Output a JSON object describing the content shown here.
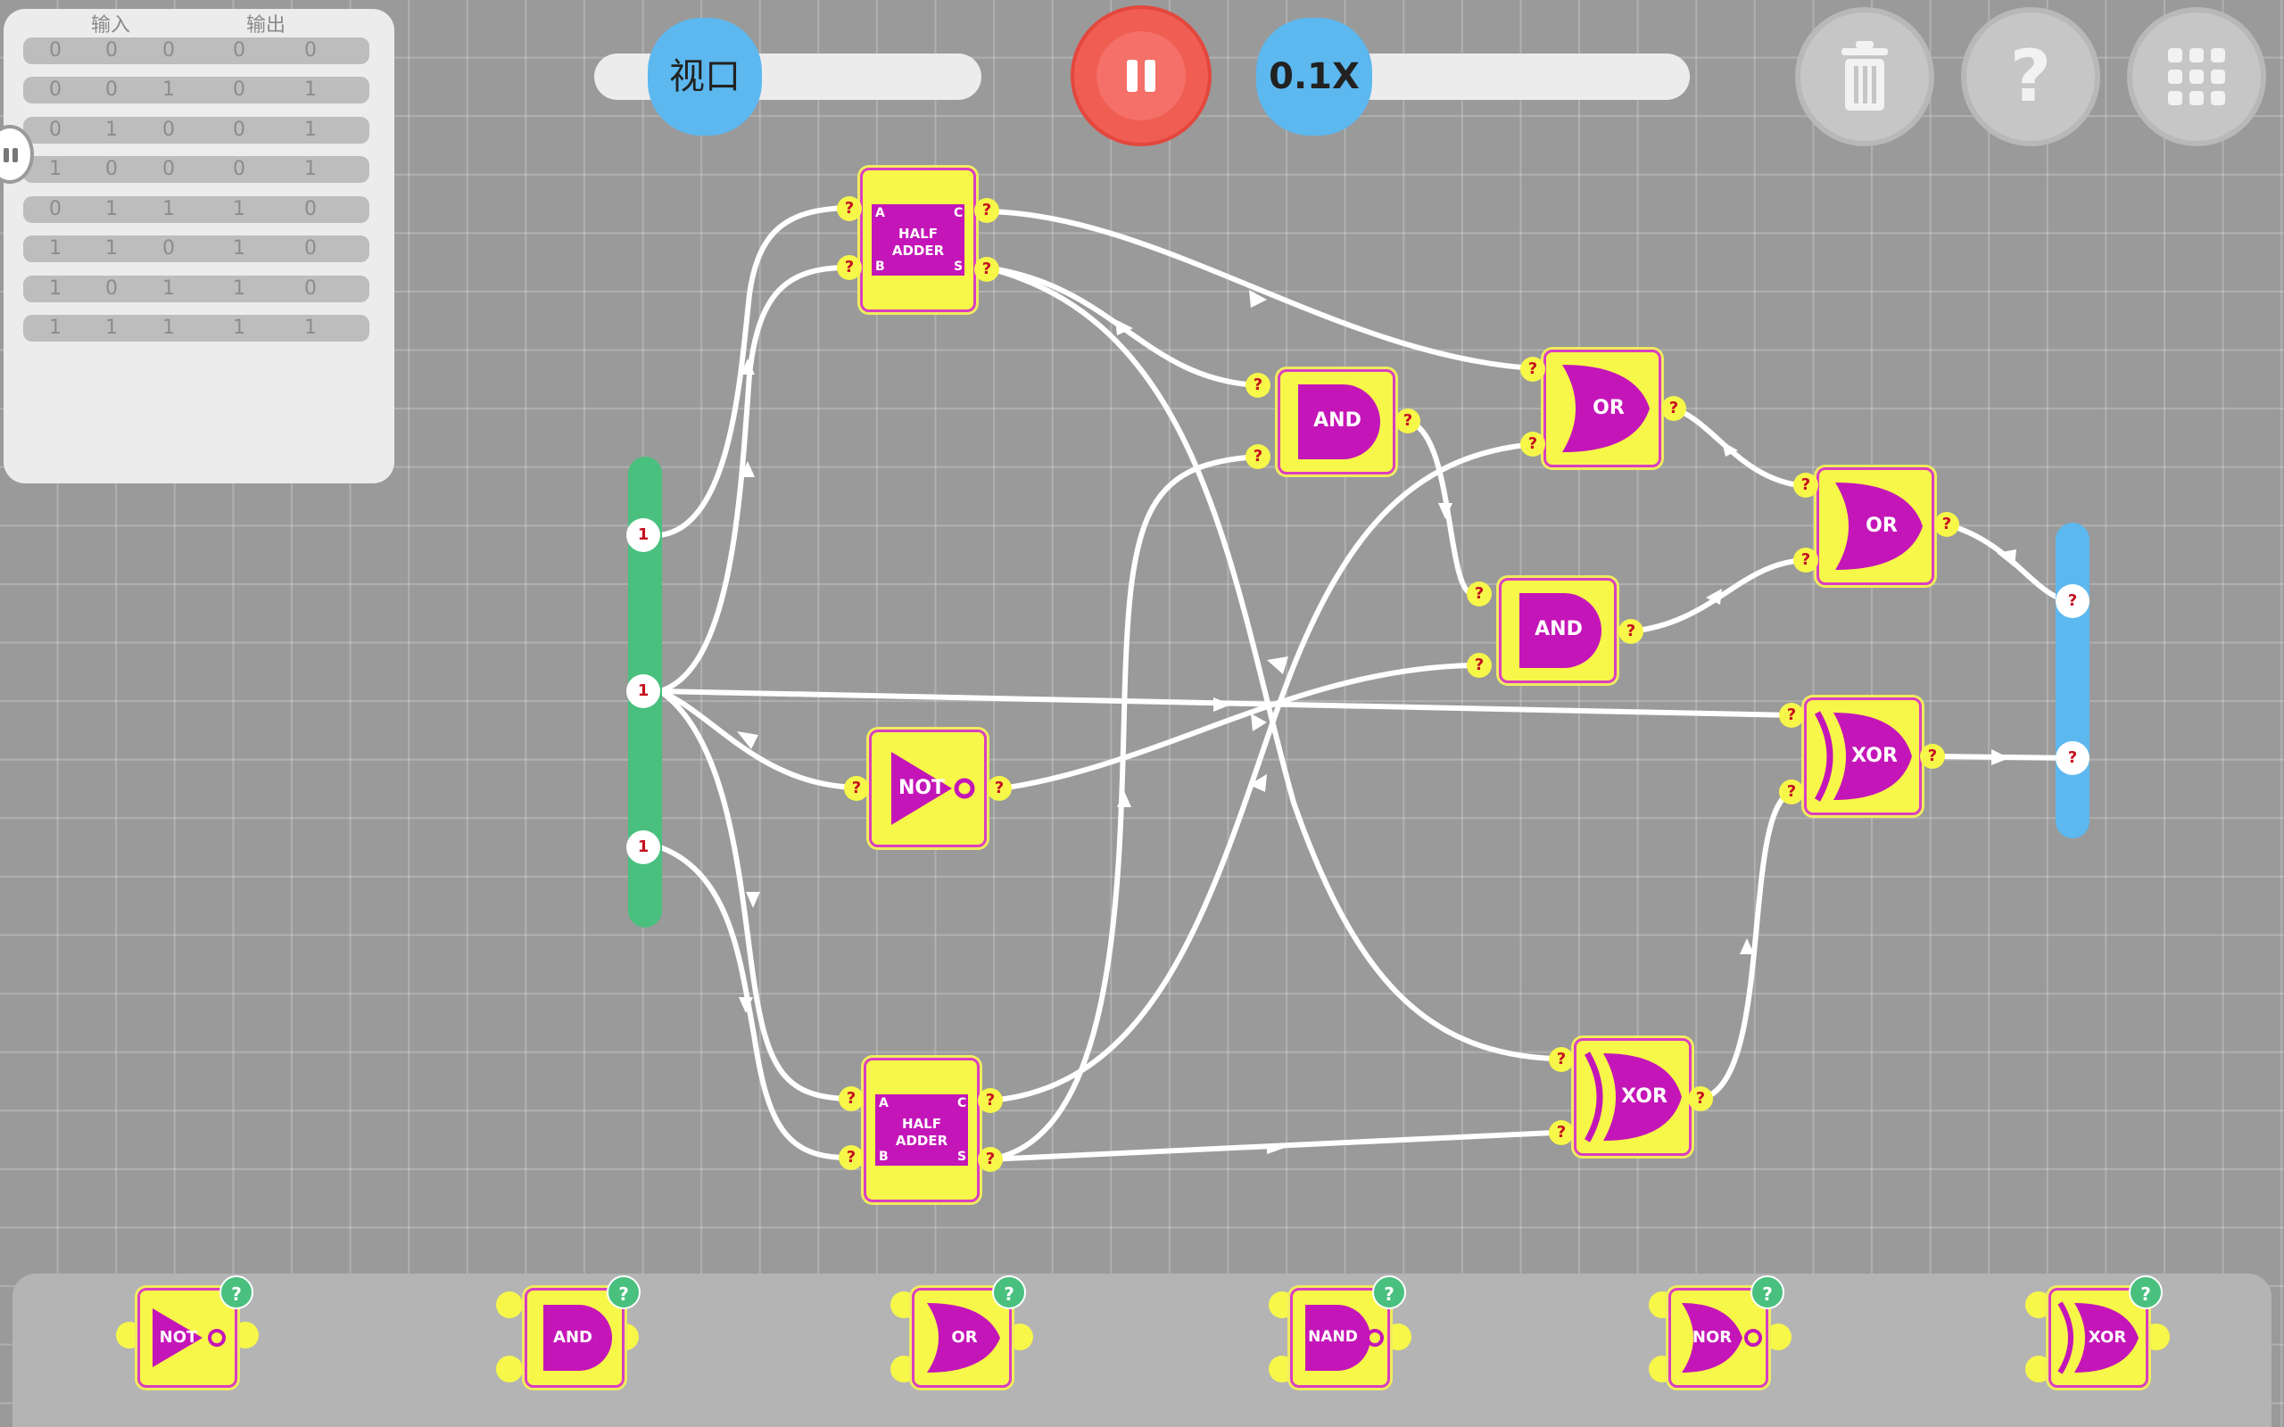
{
  "truth_table": {
    "input_header": "输入",
    "output_header": "输出",
    "rows": [
      [
        "0",
        "0",
        "0",
        "0",
        "0"
      ],
      [
        "0",
        "0",
        "1",
        "0",
        "1"
      ],
      [
        "0",
        "1",
        "0",
        "0",
        "1"
      ],
      [
        "1",
        "0",
        "0",
        "0",
        "1"
      ],
      [
        "0",
        "1",
        "1",
        "1",
        "0"
      ],
      [
        "1",
        "1",
        "0",
        "1",
        "0"
      ],
      [
        "1",
        "0",
        "1",
        "1",
        "0"
      ],
      [
        "1",
        "1",
        "1",
        "1",
        "1"
      ]
    ]
  },
  "toolbar": {
    "viewport_label": "视口",
    "speed_label": "0.1X",
    "pause_icon": "pause-icon",
    "delete_icon": "trash-icon",
    "help_label": "?",
    "menu_icon": "grid-menu-icon",
    "colors": {
      "pause": "#f05d52",
      "pill": "#5cb8ef",
      "round": "#c6c6c6"
    }
  },
  "inputs": [
    "1",
    "1",
    "1"
  ],
  "outputs": [
    "?",
    "?"
  ],
  "gates": {
    "ha1": {
      "label": "HALF ADDER",
      "a": "A",
      "b": "B",
      "c": "C",
      "s": "S"
    },
    "ha2": {
      "label": "HALF ADDER",
      "a": "A",
      "b": "B",
      "c": "C",
      "s": "S"
    },
    "not1": {
      "label": "NOT"
    },
    "and1": {
      "label": "AND"
    },
    "and2": {
      "label": "AND"
    },
    "or1": {
      "label": "OR"
    },
    "or2": {
      "label": "OR"
    },
    "xor1": {
      "label": "XOR"
    },
    "xor2": {
      "label": "XOR"
    }
  },
  "port_value": "?",
  "palette": {
    "items": [
      {
        "label": "NOT"
      },
      {
        "label": "AND"
      },
      {
        "label": "OR"
      },
      {
        "label": "NAND"
      },
      {
        "label": "NOR"
      },
      {
        "label": "XOR"
      }
    ],
    "help": "?"
  },
  "colors": {
    "gate_fill": "#f7f74a",
    "gate_body": "#c416b8",
    "input_bar": "#49c07e",
    "output_bar": "#5cb8ef",
    "wire": "#ffffff"
  }
}
